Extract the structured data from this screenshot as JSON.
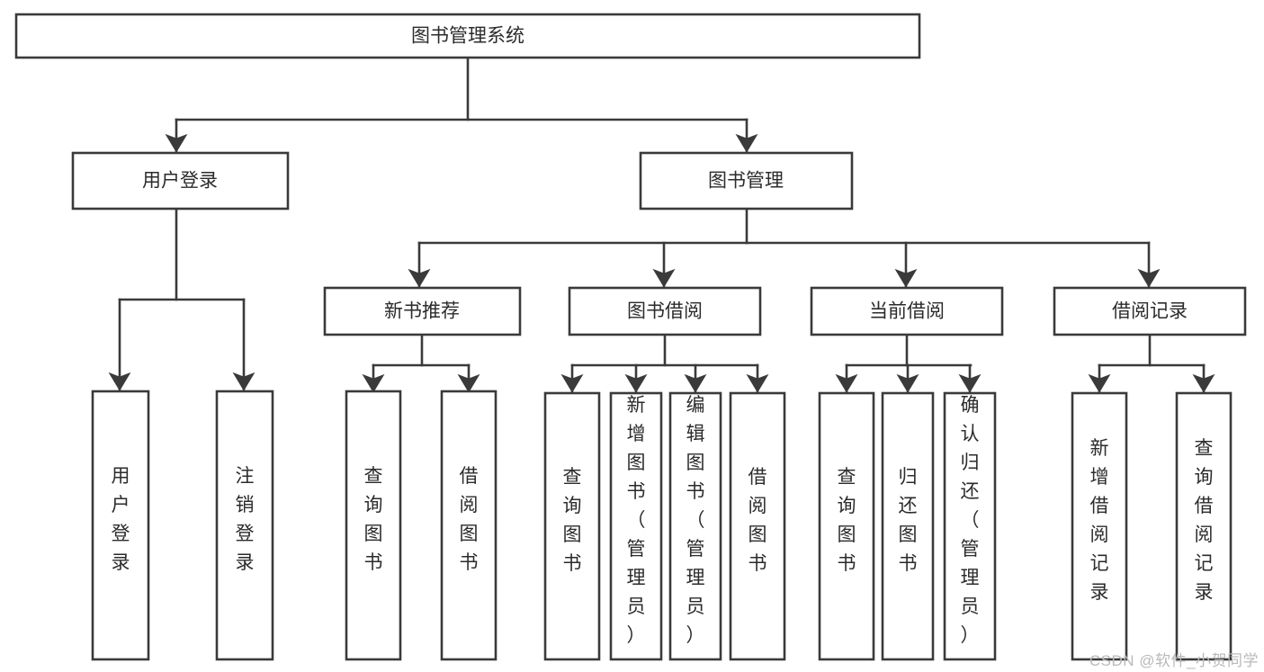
{
  "diagram": {
    "title": "图书管理系统",
    "type": "tree",
    "nodes": {
      "root": {
        "label": "图书管理系统",
        "orientation": "horizontal"
      },
      "level2": [
        {
          "id": "user-login",
          "label": "用户登录",
          "orientation": "horizontal"
        },
        {
          "id": "book-management",
          "label": "图书管理",
          "orientation": "horizontal"
        }
      ],
      "level3": [
        {
          "id": "new-book-recommend",
          "label": "新书推荐",
          "orientation": "horizontal"
        },
        {
          "id": "book-borrow",
          "label": "图书借阅",
          "orientation": "horizontal"
        },
        {
          "id": "current-borrow",
          "label": "当前借阅",
          "orientation": "horizontal"
        },
        {
          "id": "borrow-record",
          "label": "借阅记录",
          "orientation": "horizontal"
        }
      ],
      "leaves": [
        {
          "id": "leaf-user-login",
          "label": "用户登录",
          "parent": "user-login",
          "orientation": "vertical"
        },
        {
          "id": "leaf-logout",
          "label": "注销登录",
          "parent": "user-login",
          "orientation": "vertical"
        },
        {
          "id": "leaf-query-book-1",
          "label": "查询图书",
          "parent": "new-book-recommend",
          "orientation": "vertical"
        },
        {
          "id": "leaf-borrow-book-1",
          "label": "借阅图书",
          "parent": "new-book-recommend",
          "orientation": "vertical"
        },
        {
          "id": "leaf-query-book-2",
          "label": "查询图书",
          "parent": "book-borrow",
          "orientation": "vertical"
        },
        {
          "id": "leaf-add-book",
          "label": "新增图书（管理员）",
          "parent": "book-borrow",
          "orientation": "vertical"
        },
        {
          "id": "leaf-edit-book",
          "label": "编辑图书（管理员）",
          "parent": "book-borrow",
          "orientation": "vertical"
        },
        {
          "id": "leaf-borrow-book-2",
          "label": "借阅图书",
          "parent": "book-borrow",
          "orientation": "vertical"
        },
        {
          "id": "leaf-query-book-3",
          "label": "查询图书",
          "parent": "current-borrow",
          "orientation": "vertical"
        },
        {
          "id": "leaf-return-book",
          "label": "归还图书",
          "parent": "current-borrow",
          "orientation": "vertical"
        },
        {
          "id": "leaf-confirm-return",
          "label": "确认归还（管理员）",
          "parent": "current-borrow",
          "orientation": "vertical"
        },
        {
          "id": "leaf-add-record",
          "label": "新增借阅记录",
          "parent": "borrow-record",
          "orientation": "vertical"
        },
        {
          "id": "leaf-query-record",
          "label": "查询借阅记录",
          "parent": "borrow-record",
          "orientation": "vertical"
        }
      ]
    },
    "colors": {
      "box_stroke": "#3a3a3a",
      "box_fill": "#ffffff",
      "text": "#2b2b2b",
      "background": "#ffffff",
      "watermark": "#b9b9b9"
    }
  },
  "watermark": {
    "text": "CSDN @软件_小贺同学"
  }
}
